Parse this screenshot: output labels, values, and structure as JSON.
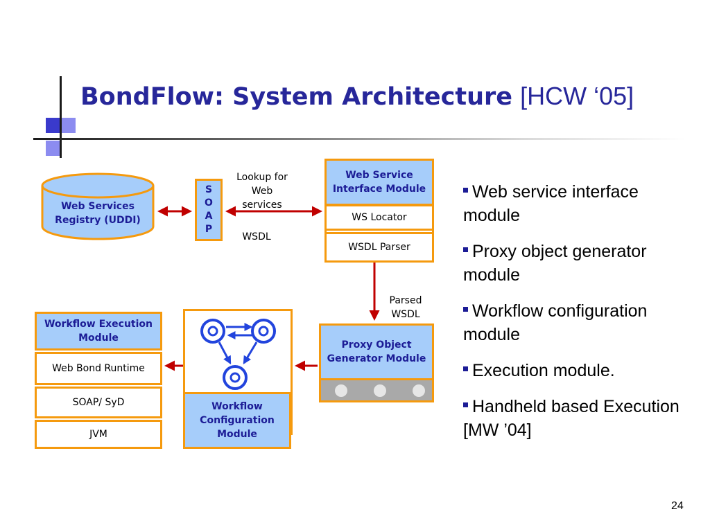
{
  "slide": {
    "title": "BondFlow: System Architecture",
    "title_ref": "[HCW ‘05]",
    "page_number": "24"
  },
  "diagram": {
    "registry": "Web Services Registry (UDDI)",
    "soap_letters": [
      "S",
      "O",
      "A",
      "P"
    ],
    "lookup_label": "Lookup for Web services",
    "wsdl_label": "WSDL",
    "wsi_module": "Web Service Interface Module",
    "ws_locator": "WS Locator",
    "wsdl_parser": "WSDL Parser",
    "parsed_wsdl_label": "Parsed WSDL",
    "proxy_module": "Proxy Object Generator Module",
    "workflow_config_module": "Workflow Configuration Module",
    "workflow_exec_module": "Workflow Execution Module",
    "web_bond_runtime": "Web Bond Runtime",
    "soap_syd": "SOAP/ SyD",
    "jvm": "JVM"
  },
  "bullets": [
    "Web service interface module",
    "Proxy object generator module",
    "Workflow configuration module",
    "Execution module.",
    "Handheld based Execution [MW ’04]"
  ],
  "colors": {
    "title": "#27279a",
    "box_border": "#f59a0e",
    "box_fill": "#a6cdfa",
    "arrow_red": "#c00000",
    "node_blue": "#2244dd"
  }
}
